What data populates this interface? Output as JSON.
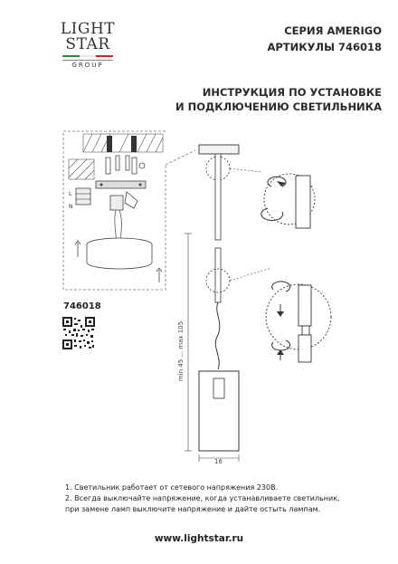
{
  "logo": {
    "line1": "LIGHT",
    "line2": "STAR",
    "line3": "GROUP",
    "flag_colors": [
      "#2e8b3a",
      "#ffffff",
      "#c62828"
    ]
  },
  "header": {
    "series": "СЕРИЯ AMERIGO",
    "article": "АРТИКУЛЫ 746018"
  },
  "title": {
    "line1": "ИНСТРУКЦИЯ ПО УСТАНОВКЕ",
    "line2": "И ПОДКЛЮЧЕНИЮ СВЕТИЛЬНИКА"
  },
  "product_code": "746018",
  "diagram": {
    "dim_height": "min 45 ... max 105",
    "dim_width": "16",
    "wire_labels": [
      "L",
      "N"
    ]
  },
  "notes": {
    "n1": "1. Светильник работает от сетевого напряжения 230В.",
    "n2a": "2. Всегда выключайте напряжение, когда устанавливаете светильник,",
    "n2b": "при замене ламп выключите напряжение и дайте остыть лампам."
  },
  "website": "www.lightstar.ru"
}
